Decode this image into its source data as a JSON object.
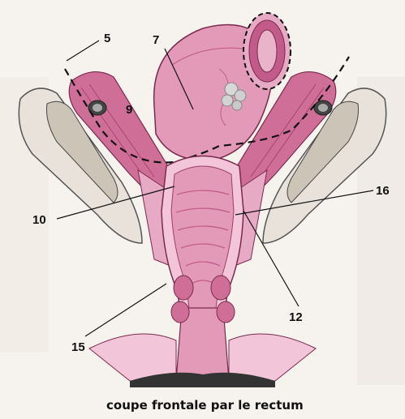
{
  "caption": "coupe frontale par le rectum",
  "labels": {
    "l5": "5",
    "l7": "7",
    "l9": "9",
    "l10": "10",
    "l12": "12",
    "l15": "15",
    "l16": "16"
  },
  "colors": {
    "tissue": "#e39ab8",
    "tissue_light": "#f2c6d8",
    "tissue_dark": "#c25b8a",
    "muscle": "#cf6f98",
    "bone": "#e8e2da",
    "background": "#f6f3ef",
    "lumen": "#333333"
  }
}
